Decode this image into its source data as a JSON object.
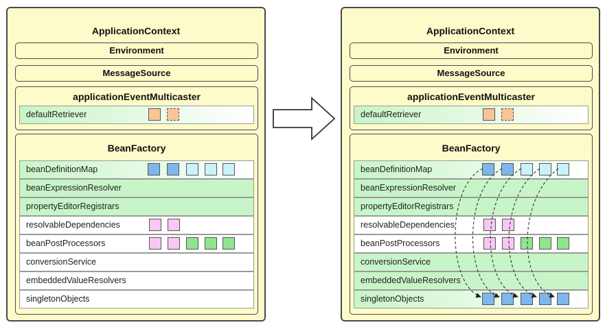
{
  "labels": {
    "application_context": "ApplicationContext",
    "environment": "Environment",
    "message_source": "MessageSource",
    "event_multicaster": "applicationEventMulticaster",
    "default_retriever": "defaultRetriever",
    "bean_factory": "BeanFactory"
  },
  "bean_factory_rows": [
    "beanDefinitionMap",
    "beanExpressionResolver",
    "propertyEditorRegistrars",
    "resolvableDependencies",
    "beanPostProcessors",
    "conversionService",
    "embeddedValueResolvers",
    "singletonObjects"
  ],
  "colors": {
    "panel_bg": "#fdfbc9",
    "row_green": "#c8f5c8",
    "bean_blue": "#7fb6ec",
    "bean_cyan": "#c9f3fb",
    "bean_pink": "#f8c7f4",
    "bean_green": "#8fe58f",
    "listener_orange": "#f9c596"
  }
}
